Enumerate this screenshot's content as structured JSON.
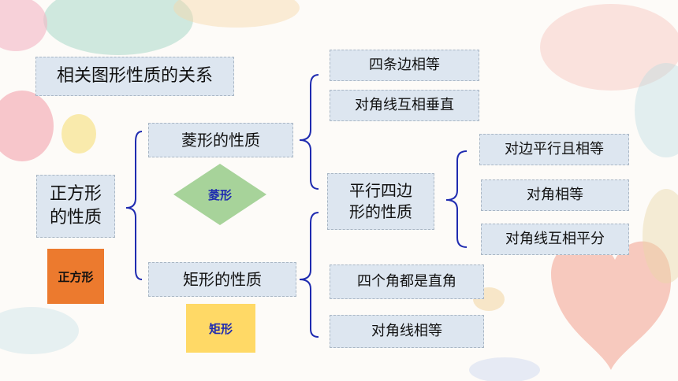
{
  "title": "相关图形性质的关系",
  "root": "正方形\n的性质",
  "square_label": "正方形",
  "rhombus": {
    "label": "菱形的性质",
    "shape_label": "菱形",
    "props": [
      "四条边相等",
      "对角线互相垂直"
    ]
  },
  "rectangle": {
    "label": "矩形的性质",
    "shape_label": "矩形",
    "props": [
      "四个角都是直角",
      "对角线相等"
    ]
  },
  "parallelogram": {
    "label": "平行四边\n形的性质",
    "props": [
      "对边平行且相等",
      "对角相等",
      "对角线互相平分"
    ]
  },
  "colors": {
    "box_fill": "#dde6f0",
    "bracket": "#1f2bb0",
    "square_fill": "#ec7a2e",
    "rhombus_fill": "#a7d39a",
    "rect_fill": "#ffd966"
  }
}
